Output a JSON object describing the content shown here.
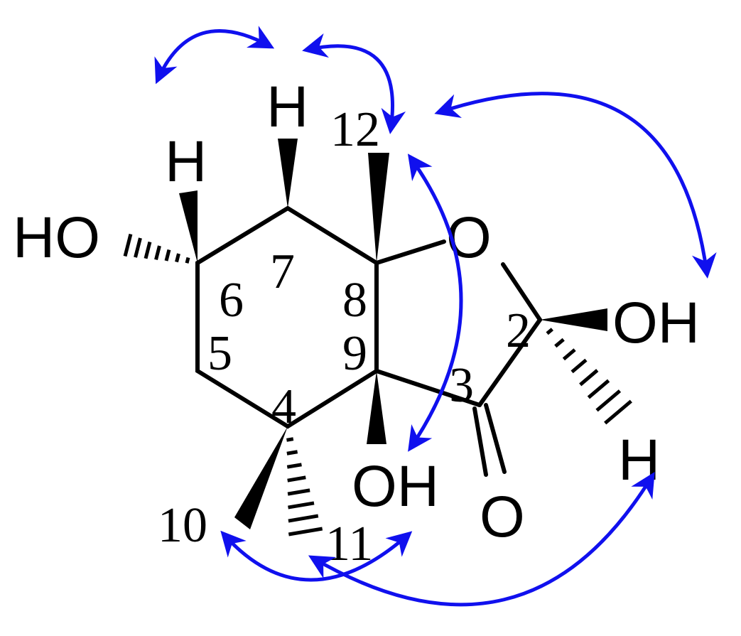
{
  "atoms": {
    "h6": "H",
    "h7": "H",
    "ho6": "HO",
    "o_ring": "O",
    "oh2": "OH",
    "h2": "H",
    "oh9": "OH",
    "o_carbonyl": "O"
  },
  "numbers": {
    "c2": "2",
    "c3": "3",
    "c4": "4",
    "c5": "5",
    "c6": "6",
    "c7": "7",
    "c8": "8",
    "c9": "9",
    "c10": "10",
    "c11": "11",
    "c12": "12"
  },
  "colors": {
    "bond": "#000000",
    "correlation_arrow": "#1010ee"
  }
}
